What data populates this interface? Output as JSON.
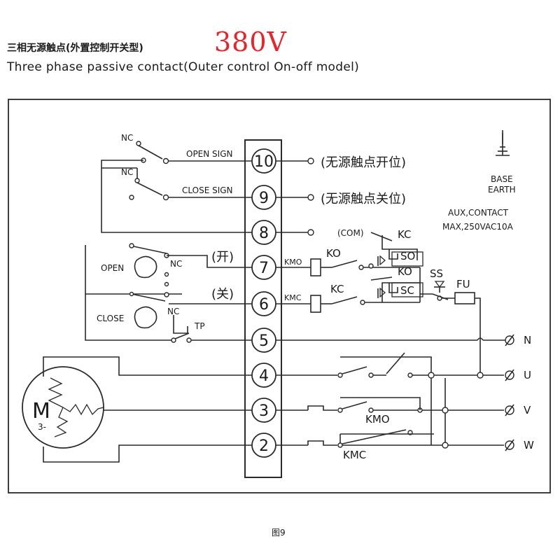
{
  "header": {
    "title_cn": "三相无源触点(外置控制开关型)",
    "voltage": "380V",
    "title_en": "Three phase passive contact(Outer  control On-off  model)"
  },
  "terminals": [
    "10",
    "9",
    "8",
    "7",
    "6",
    "5",
    "4",
    "3",
    "2"
  ],
  "outputs": {
    "open_position": "(无源触点开位)",
    "close_position": "(无源触点关位)"
  },
  "labels": {
    "nc": "NC",
    "open_sign": "OPEN SIGN",
    "close_sign": "CLOSE SIGN",
    "open": "OPEN",
    "close": "CLOSE",
    "tp": "TP",
    "kai": "(开)",
    "guan": "(关)",
    "com": "(COM)",
    "ko": "KO",
    "kc": "KC",
    "so": "SO",
    "sc": "SC",
    "ss": "SS",
    "fu": "FU",
    "kmo": "KMO",
    "kmc": "KMC",
    "base": "BASE",
    "earth": "EARTH",
    "aux1": "AUX,CONTACT",
    "aux2": "MAX,250VAC10A",
    "motor": "M",
    "motor_sub": "3-",
    "n": "N",
    "u": "U",
    "v": "V",
    "w": "W"
  },
  "footer": {
    "caption": "图9"
  }
}
